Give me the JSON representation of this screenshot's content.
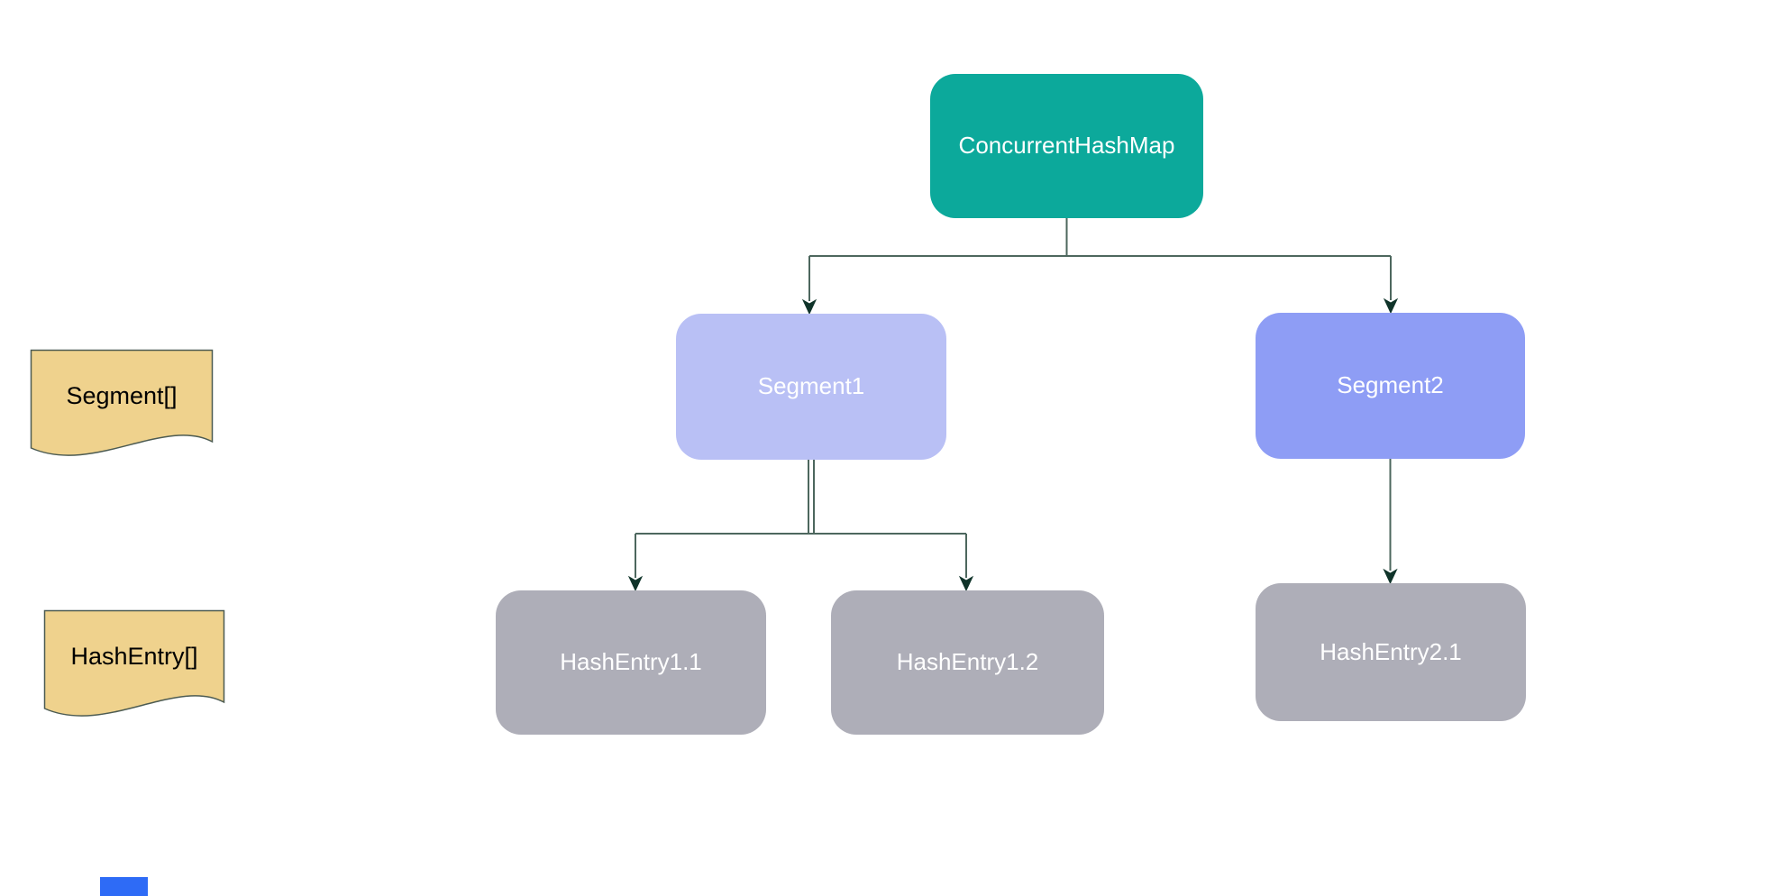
{
  "diagram": {
    "nodes": {
      "root": {
        "label": "ConcurrentHashMap",
        "fill": "#0CA99B",
        "text_color": "#FFFFFF"
      },
      "segment1": {
        "label": "Segment1",
        "fill": "#B9C0F5",
        "text_color": "#FFFFFF"
      },
      "segment2": {
        "label": "Segment2",
        "fill": "#8E9DF5",
        "text_color": "#FFFFFF"
      },
      "hash_entry_1_1": {
        "label": "HashEntry1.1",
        "fill": "#AEAEB8",
        "text_color": "#FFFFFF"
      },
      "hash_entry_1_2": {
        "label": "HashEntry1.2",
        "fill": "#AEAEB8",
        "text_color": "#FFFFFF"
      },
      "hash_entry_2_1": {
        "label": "HashEntry2.1",
        "fill": "#AEAEB8",
        "text_color": "#FFFFFF"
      }
    },
    "labels": {
      "segment_array": {
        "label": "Segment[]",
        "fill": "#EFD28D",
        "border": "#4C5B52",
        "text_color": "#000000"
      },
      "hash_entry_array": {
        "label": "HashEntry[]",
        "fill": "#EFD28D",
        "border": "#4C5B52",
        "text_color": "#000000"
      }
    },
    "colors": {
      "canvas_background": "#FFFFFF",
      "connector_line": "#4D675E",
      "connector_arrow": "#10342A",
      "partial_shape_blue": "#2E6BF6"
    }
  }
}
